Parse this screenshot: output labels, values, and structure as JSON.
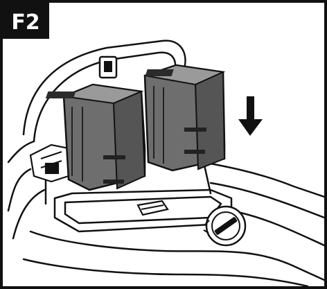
{
  "figure": {
    "label": "F2",
    "colors": {
      "ink": "#111111",
      "battery_body": "#6e6e6e",
      "battery_dark": "#3a3a3a",
      "battery_light": "#9a9a9a",
      "background": "#ffffff"
    },
    "icons": [
      "down-arrow-icon",
      "battery-pack",
      "lawn-mower-body",
      "safety-key-dial"
    ]
  }
}
